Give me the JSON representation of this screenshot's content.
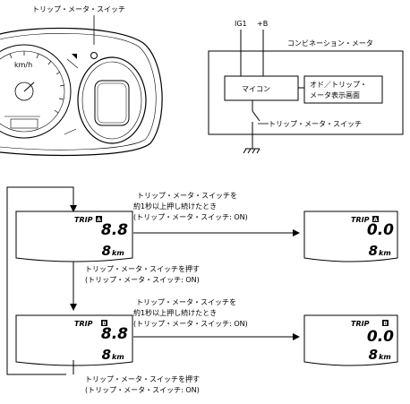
{
  "cluster_figure": {
    "switch_label": "トリップ・メータ・スイッチ",
    "speed_unit": "km/h"
  },
  "block_diagram": {
    "ig1_label": "IG1",
    "b_plus_label": "+B",
    "box_title": "コンビネーション・メータ",
    "micon_label": "マイコン",
    "display_line1": "オド／トリップ・",
    "display_line2": "メータ表示画面",
    "switch_label": "トリップ・メータ・スイッチ"
  },
  "flow": {
    "hold_line1": "トリップ・メータ・スイッチを",
    "hold_line2": "約1秒以上押し続けたとき",
    "hold_line3": "(トリップ・メータ・スイッチ: ON)",
    "press_line1": "トリップ・メータ・スイッチを押す",
    "press_line2": "(トリップ・メータ・スイッチ: ON)",
    "displays": [
      {
        "trip": "TRIP",
        "badge": "A",
        "value": "8.8",
        "odo": "8",
        "unit": "km"
      },
      {
        "trip": "TRIP",
        "badge": "A",
        "value": "0.0",
        "odo": "8",
        "unit": "km"
      },
      {
        "trip": "TRIP",
        "badge": "B",
        "value": "8.8",
        "odo": "8",
        "unit": "km"
      },
      {
        "trip": "TRIP",
        "badge": "B",
        "value": "0.0",
        "odo": "8",
        "unit": "km"
      }
    ]
  }
}
